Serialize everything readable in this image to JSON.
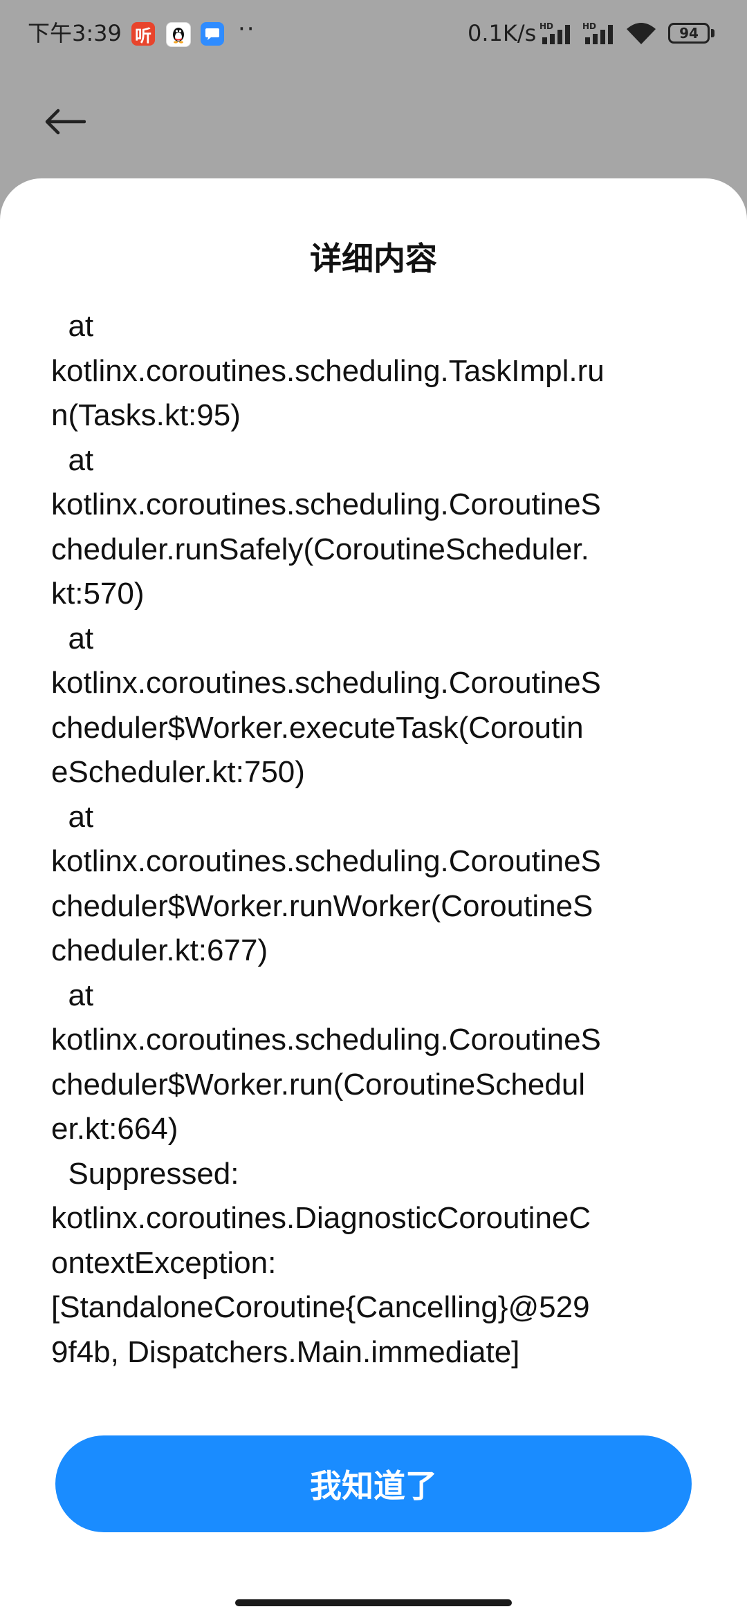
{
  "status_bar": {
    "time": "下午3:39",
    "app_icons": [
      {
        "name": "ting-app-icon",
        "glyph": "听",
        "color": "#e8442c"
      },
      {
        "name": "qq-penguin-icon",
        "glyph": "",
        "color": "#ffffff"
      },
      {
        "name": "chat-bubble-app-icon",
        "glyph": "",
        "color": "#2f8cff"
      }
    ],
    "more_dots": "··",
    "network_speed": "0.1K/s",
    "signal_label_1": "HD",
    "signal_label_2": "HD",
    "battery_level": "94"
  },
  "header": {
    "back_icon": "arrow-left-icon"
  },
  "sheet": {
    "title": "详细内容",
    "detail_lines": [
      "  at",
      "kotlinx.coroutines.scheduling.TaskImpl.ru",
      "n(Tasks.kt:95)",
      "  at",
      "kotlinx.coroutines.scheduling.CoroutineS",
      "cheduler.runSafely(CoroutineScheduler.",
      "kt:570)",
      "  at",
      "kotlinx.coroutines.scheduling.CoroutineS",
      "cheduler$Worker.executeTask(Coroutin",
      "eScheduler.kt:750)",
      "  at",
      "kotlinx.coroutines.scheduling.CoroutineS",
      "cheduler$Worker.runWorker(CoroutineS",
      "cheduler.kt:677)",
      "  at",
      "kotlinx.coroutines.scheduling.CoroutineS",
      "cheduler$Worker.run(CoroutineSchedul",
      "er.kt:664)",
      "  Suppressed:",
      "kotlinx.coroutines.DiagnosticCoroutineC",
      "ontextException:",
      "[StandaloneCoroutine{Cancelling}@529",
      "9f4b, Dispatchers.Main.immediate]"
    ],
    "confirm_label": "我知道了"
  },
  "colors": {
    "scrim": "#a6a6a6",
    "sheet": "#ffffff",
    "primary": "#1a8cff"
  }
}
